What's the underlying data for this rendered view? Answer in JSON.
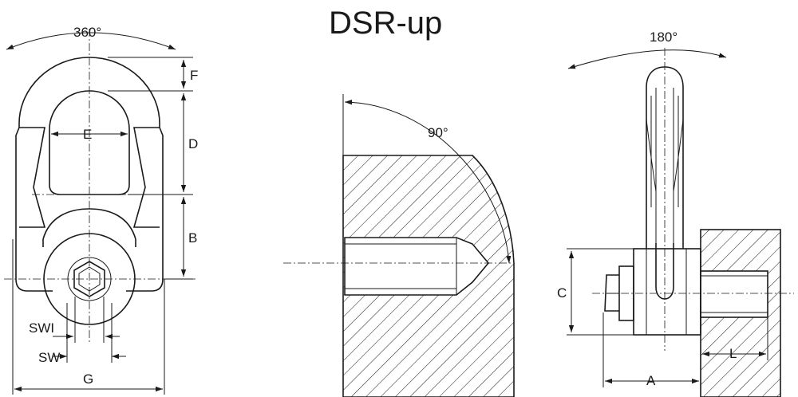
{
  "title": "DSR-up",
  "labels": {
    "rotation_360": "360°",
    "rotation_180": "180°",
    "angle_90": "90°",
    "dim_f": "F",
    "dim_d": "D",
    "dim_e": "E",
    "dim_b": "B",
    "dim_swi": "SWI",
    "dim_sw": "SW",
    "dim_g": "G",
    "dim_c": "C",
    "dim_a": "A",
    "dim_l": "L"
  }
}
